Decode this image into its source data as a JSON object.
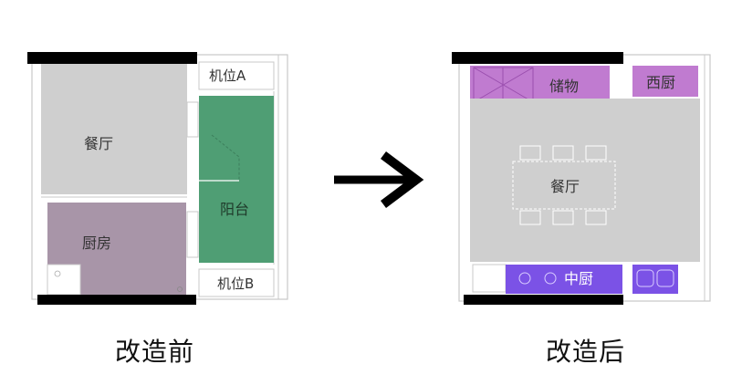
{
  "before": {
    "rooms": {
      "dining": "餐厅",
      "kitchen": "厨房",
      "balcony": "阳台",
      "slot_a": "机位A",
      "slot_b": "机位B"
    },
    "caption": "改造前"
  },
  "after": {
    "rooms": {
      "storage": "储物",
      "west_kitchen": "西厨",
      "dining": "餐厅",
      "middle_kitchen": "中厨"
    },
    "caption": "改造后"
  },
  "colors": {
    "wall": "#000000",
    "dining_gray": "#cfcfcf",
    "kitchen_mauve": "#a895a8",
    "balcony_green": "#4f9e74",
    "storage_purple": "#c07bd0",
    "middle_kitchen_violet": "#7b52e6",
    "outline": "#bbbbbb"
  },
  "icons": {
    "arrow": "arrow-right-icon"
  }
}
